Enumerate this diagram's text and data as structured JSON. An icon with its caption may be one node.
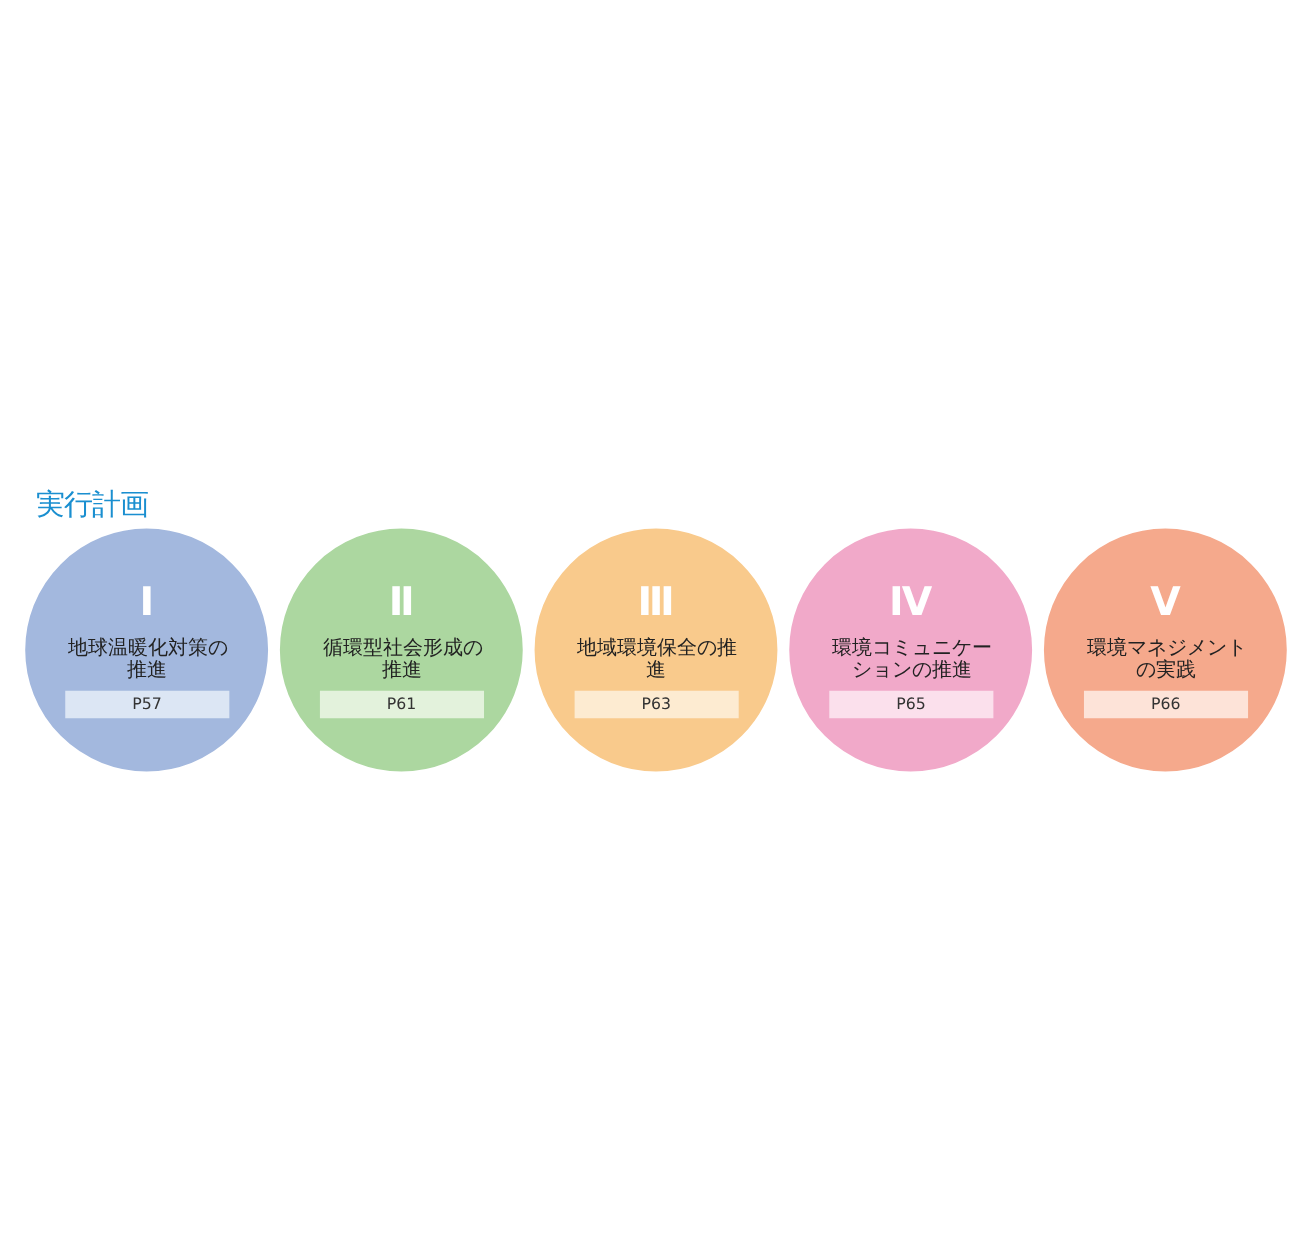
{
  "diagram": {
    "title": "実行計画",
    "nodes": [
      {
        "text": [
          "Ⅰ",
          "地球温暖化対策の推進",
          "P57"
        ]
      },
      {
        "text": [
          "Ⅱ",
          "循環型社会形成の推進",
          "P61"
        ]
      },
      {
        "text": [
          "Ⅲ",
          "地域環境保全の推進",
          "P63"
        ]
      },
      {
        "text": [
          "Ⅳ",
          "環境コミュニケーションの推進",
          "P65"
        ]
      },
      {
        "text": [
          "Ⅴ",
          "環境マネジメントの実践",
          "P66"
        ]
      }
    ]
  }
}
